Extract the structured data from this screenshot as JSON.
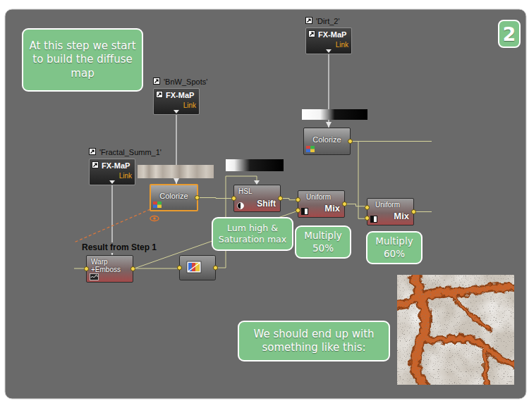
{
  "diagram": {
    "nodes": [
      {
        "text": [
          "At this step we start to build the diffuse map"
        ]
      },
      {
        "text": [
          "'Dirt_2'",
          "FX-MaP",
          "Link"
        ]
      },
      {
        "text": [
          "2"
        ]
      },
      {
        "text": [
          "'BnW_Spots'",
          "FX-MaP",
          "Link"
        ]
      },
      {
        "text": [
          "Colorize"
        ]
      },
      {
        "text": [
          "'Fractal_Summ_1'",
          "FX-MaP",
          "Link"
        ]
      },
      {
        "text": [
          "Colorize"
        ]
      },
      {
        "text": [
          "HSL",
          "Shift"
        ]
      },
      {
        "text": [
          "Uniform",
          "Mix"
        ]
      },
      {
        "text": [
          "Uniform",
          "Mix"
        ]
      },
      {
        "text": [
          "Lum high & Saturation max"
        ]
      },
      {
        "text": [
          "Multiply 50%"
        ]
      },
      {
        "text": [
          "Multiply 60%"
        ]
      },
      {
        "text": [
          "Result from Step 1",
          "Warp +Emboss"
        ]
      },
      {
        "text": [
          "We should end up with something like this:"
        ]
      }
    ],
    "edges": [
      {
        "from": 1,
        "to": 4,
        "arrow": "to"
      },
      {
        "from": 3,
        "to": 6,
        "arrow": "to"
      },
      {
        "from": 5,
        "to": 13,
        "arrow": "to"
      },
      {
        "from": 6,
        "to": 7,
        "arrow": "none"
      },
      {
        "from": 7,
        "to": 8,
        "arrow": "none"
      },
      {
        "from": 8,
        "to": 9,
        "arrow": "none"
      },
      {
        "from": 4,
        "to": 9,
        "arrow": "none"
      },
      {
        "from": 13,
        "to": 8,
        "arrow": "none"
      }
    ]
  }
}
